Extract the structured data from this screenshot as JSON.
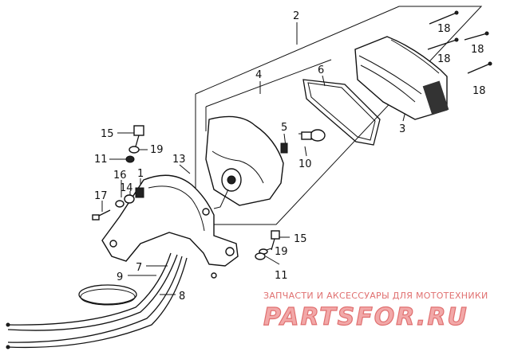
{
  "labels": {
    "p1": "1",
    "p2": "2",
    "p3": "3",
    "p4": "4",
    "p5": "5",
    "p6": "6",
    "p7": "7",
    "p8": "8",
    "p9": "9",
    "p10": "10",
    "p11a": "11",
    "p11b": "11",
    "p13": "13",
    "p14": "14",
    "p15a": "15",
    "p15b": "15",
    "p16": "16",
    "p17": "17",
    "p18a": "18",
    "p18b": "18",
    "p18c": "18",
    "p18d": "18",
    "p19a": "19",
    "p19b": "19"
  },
  "watermark": {
    "caption": "ЗАПЧАСТИ И АКСЕССУАРЫ ДЛЯ МОТОТЕХНИКИ",
    "brand": "PARTSFOR.RU"
  },
  "colors": {
    "watermark": "#e07070",
    "line": "#111111"
  }
}
